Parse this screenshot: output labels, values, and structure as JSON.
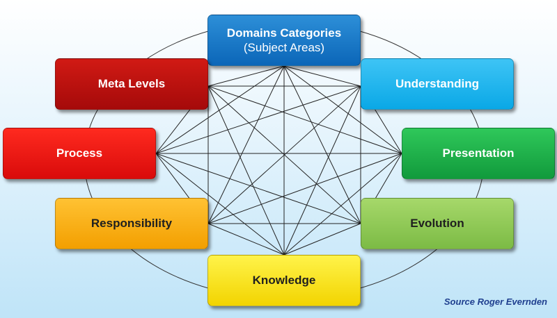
{
  "nodes": [
    {
      "id": "domains",
      "label": "Domains Categories",
      "sublabel": "(Subject Areas)"
    },
    {
      "id": "understanding",
      "label": "Understanding"
    },
    {
      "id": "presentation",
      "label": "Presentation"
    },
    {
      "id": "evolution",
      "label": "Evolution"
    },
    {
      "id": "knowledge",
      "label": "Knowledge"
    },
    {
      "id": "responsibility",
      "label": "Responsibility"
    },
    {
      "id": "process",
      "label": "Process"
    },
    {
      "id": "meta",
      "label": "Meta Levels"
    }
  ],
  "source": "Source Roger Evernden"
}
